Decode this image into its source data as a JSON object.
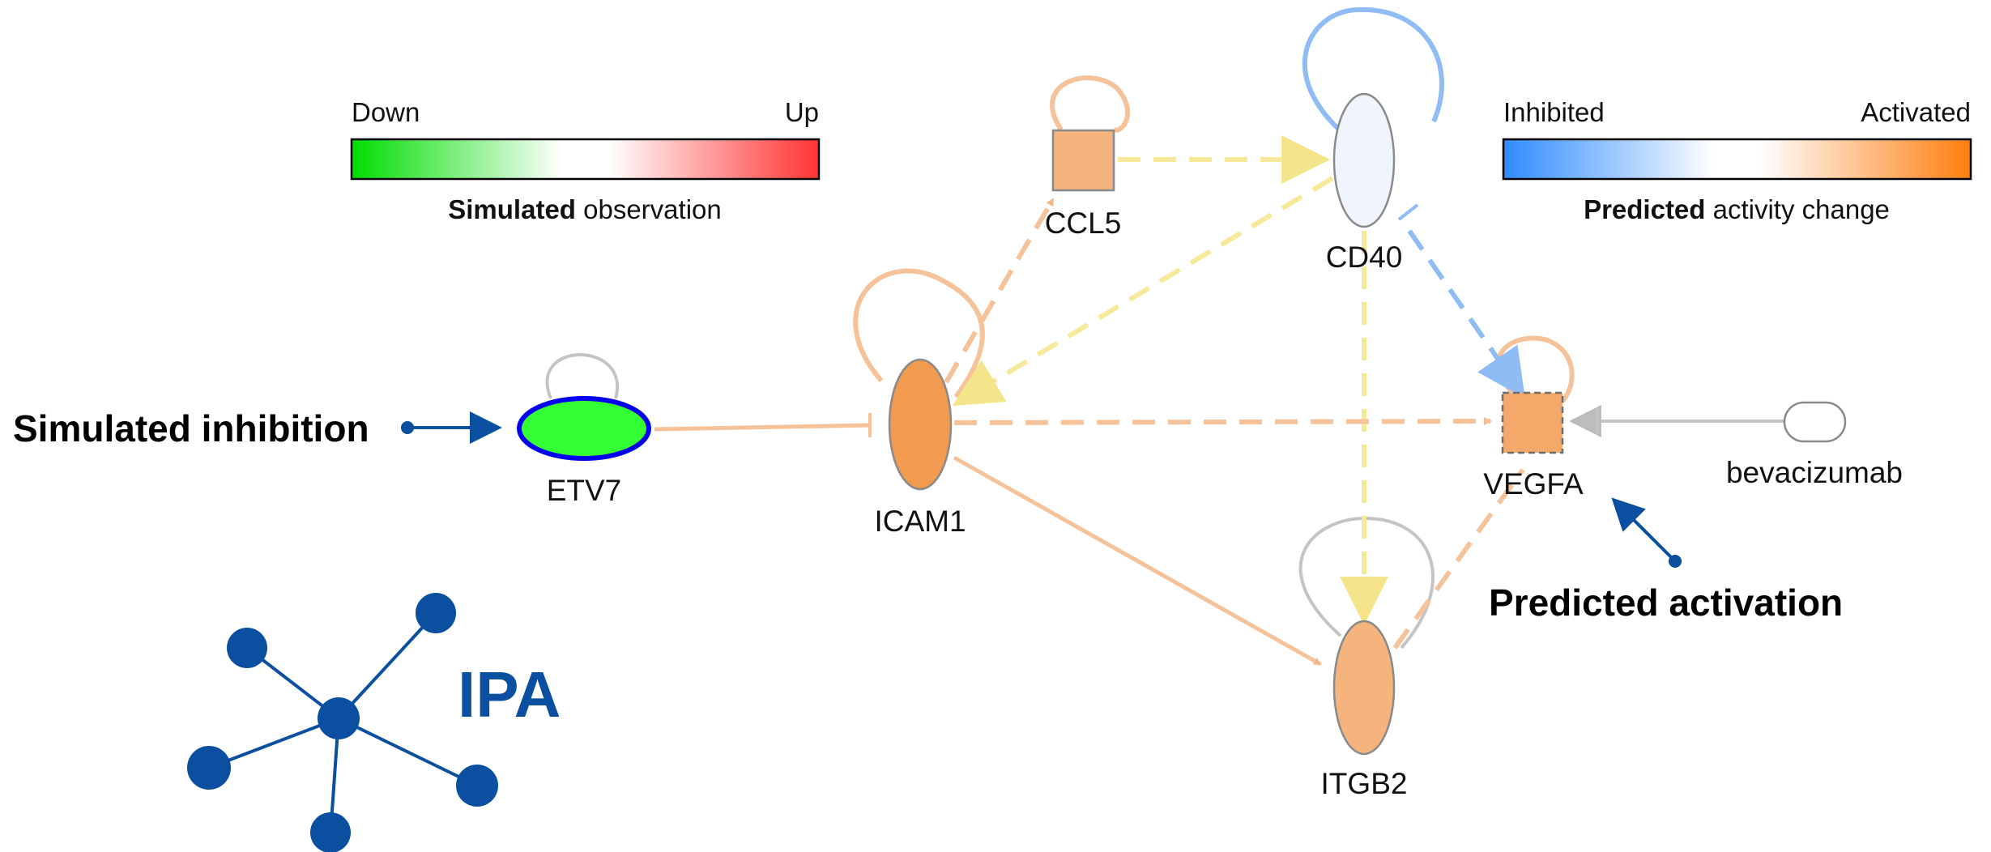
{
  "legend_observation": {
    "low_label": "Down",
    "high_label": "Up",
    "caption_bold": "Simulated",
    "caption_rest": " observation",
    "low_color": "#00dd00",
    "high_color": "#ff3333"
  },
  "legend_prediction": {
    "low_label": "Inhibited",
    "high_label": "Activated",
    "caption_bold": "Predicted",
    "caption_rest": " activity change",
    "low_color": "#2f8bff",
    "high_color": "#ff7e10"
  },
  "nodes": {
    "etv7": {
      "label": "ETV7",
      "fill": "#33ff33",
      "stroke": "#0000ee"
    },
    "icam1": {
      "label": "ICAM1",
      "fill": "#f29a4f"
    },
    "ccl5": {
      "label": "CCL5",
      "fill": "#f5b47e"
    },
    "cd40": {
      "label": "CD40",
      "fill": "#f0f5fd"
    },
    "vegfa": {
      "label": "VEGFA",
      "fill": "#f4a96a"
    },
    "itgb2": {
      "label": "ITGB2",
      "fill": "#f5b47e"
    },
    "bevacizumab": {
      "label": "bevacizumab",
      "fill": "#ffffff"
    }
  },
  "annotations": {
    "simulated_inhibition": "Simulated inhibition",
    "predicted_activation": "Predicted activation"
  },
  "logo": {
    "text": "IPA",
    "color": "#0a4fa0"
  },
  "edge_colors": {
    "activation": "#f6c299",
    "unclear": "#f7e99a",
    "inhibition": "#8fbcf5",
    "neutral": "#c4c4c4"
  }
}
